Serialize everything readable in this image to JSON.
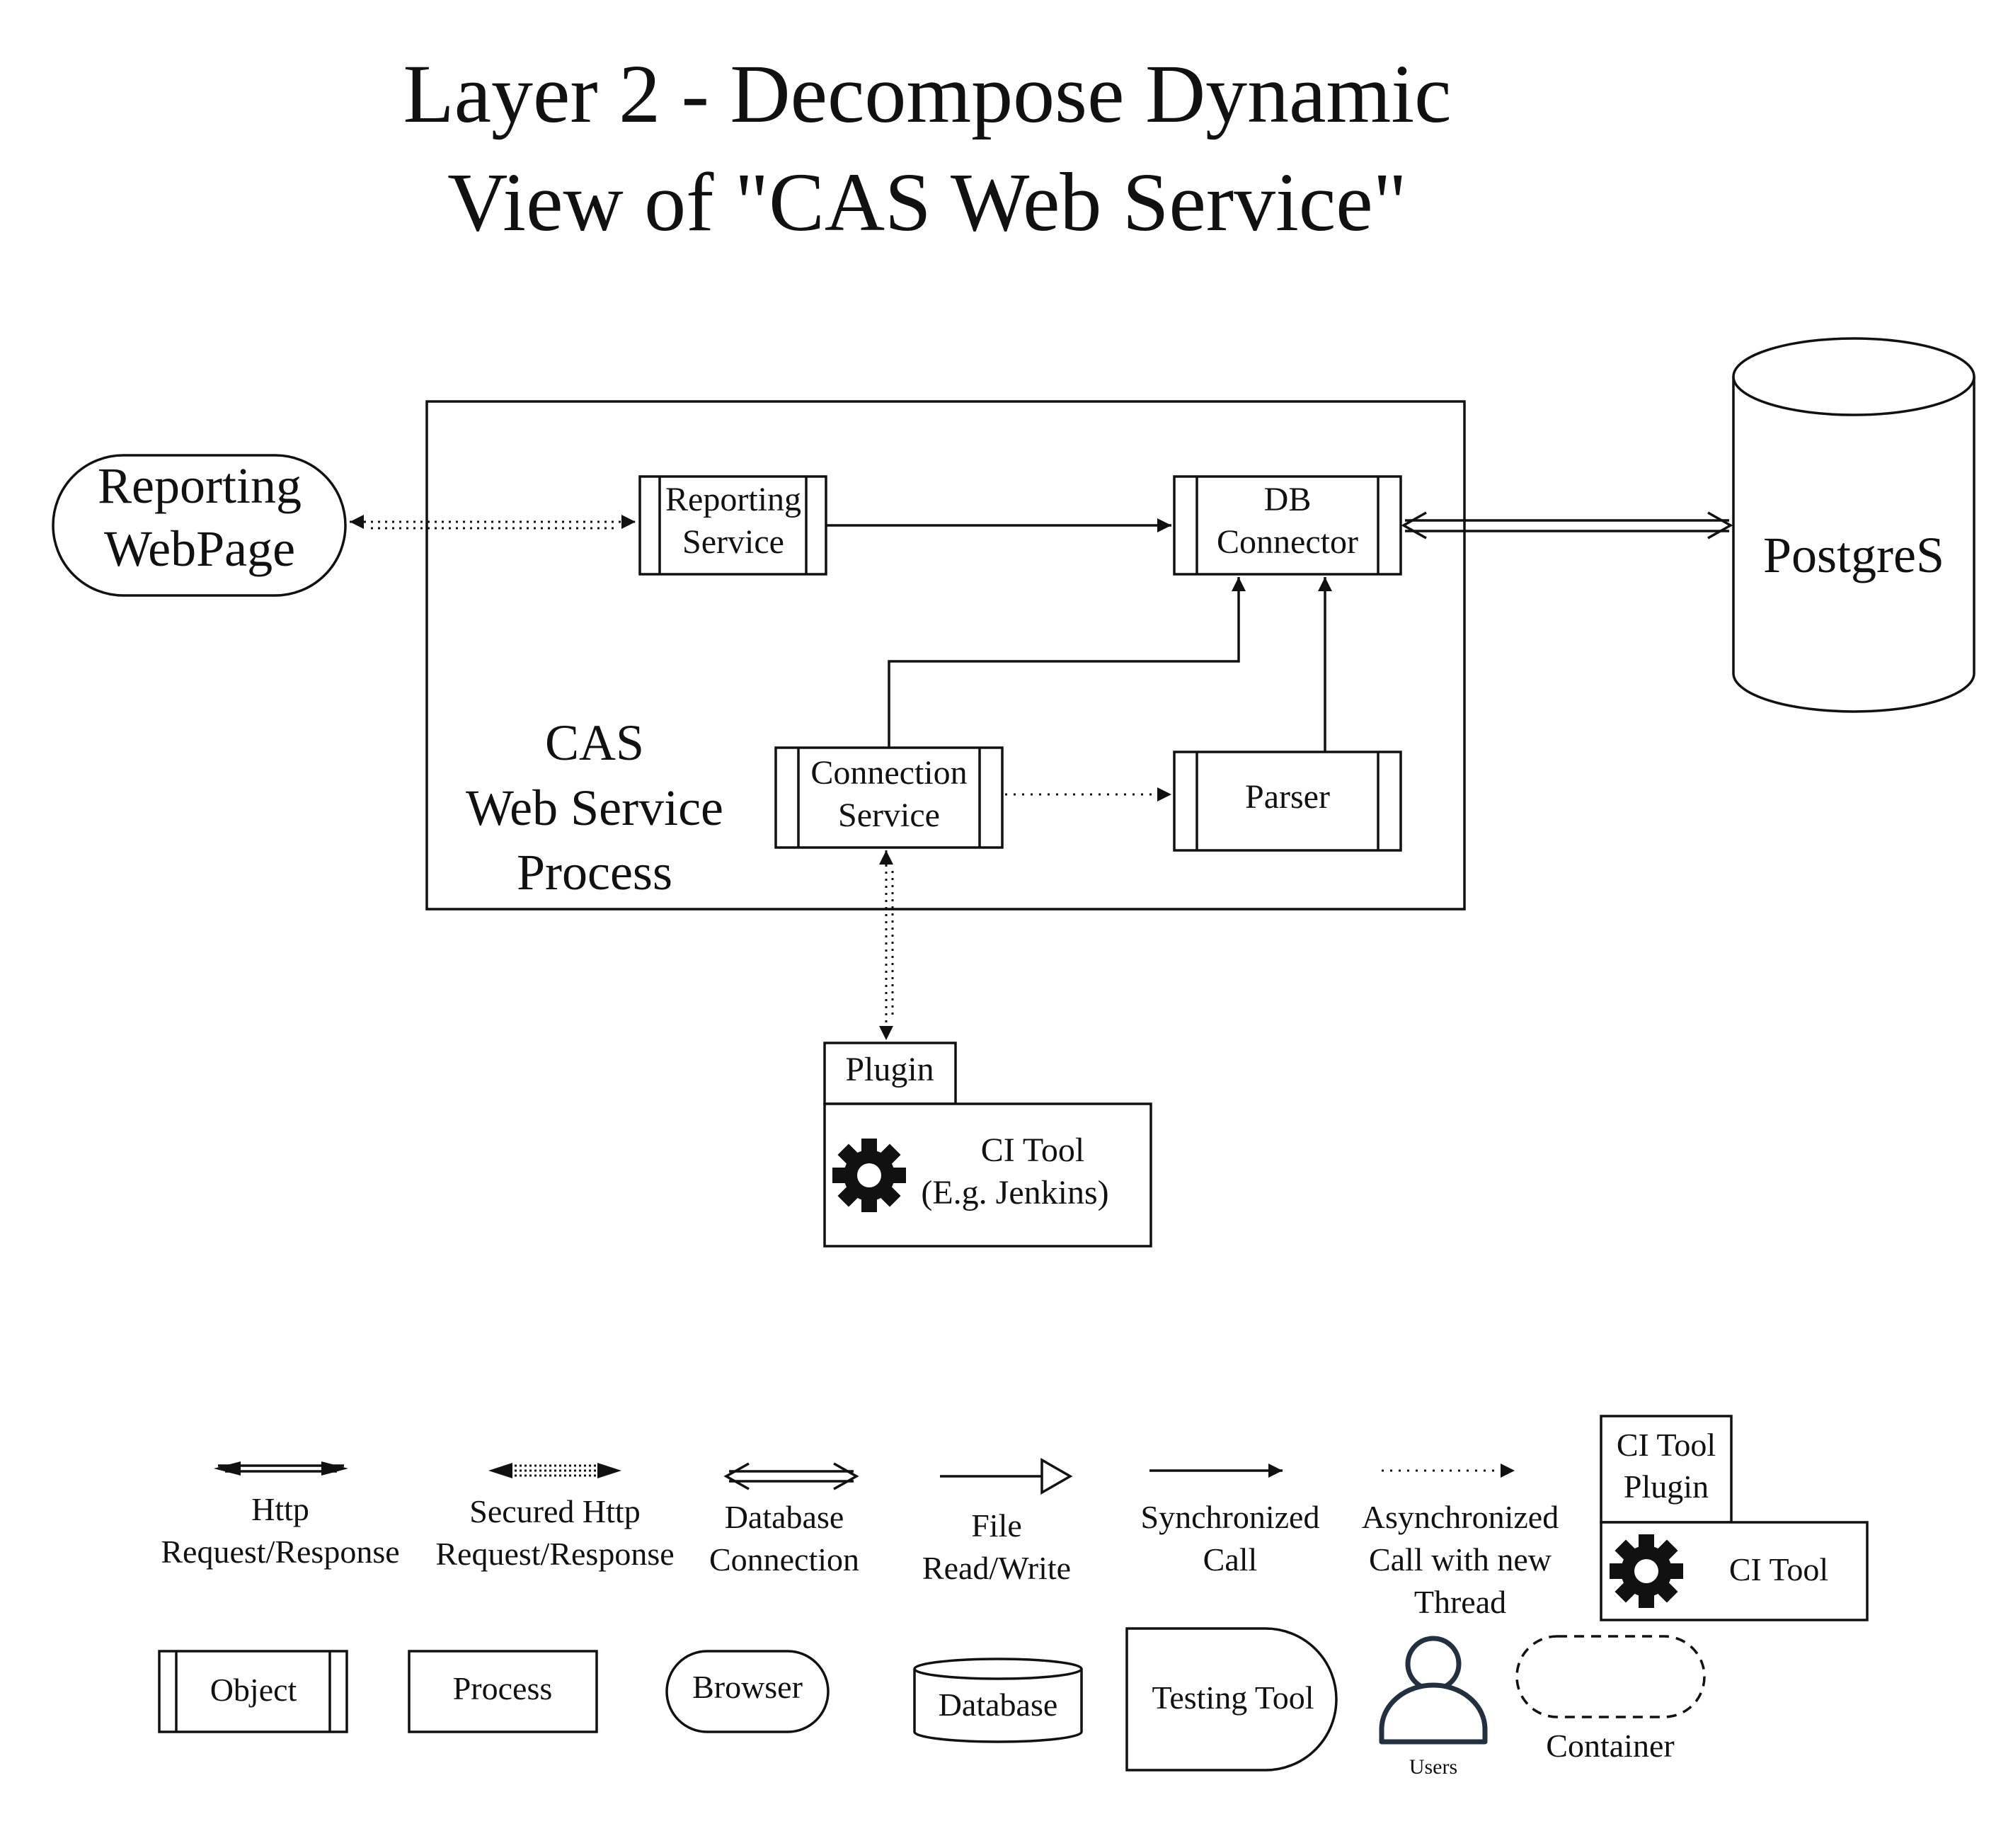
{
  "title": {
    "line1": "Layer 2 - Decompose Dynamic",
    "line2": "View of \"CAS Web Service\""
  },
  "nodes": {
    "reporting_webpage": {
      "line1": "Reporting",
      "line2": "WebPage"
    },
    "reporting_service": {
      "line1": "Reporting",
      "line2": "Service"
    },
    "db_connector": {
      "line1": "DB",
      "line2": "Connector"
    },
    "postgres": {
      "label": "PostgreS"
    },
    "container": {
      "line1": "CAS",
      "line2": "Web Service",
      "line3": "Process"
    },
    "connection_service": {
      "line1": "Connection",
      "line2": "Service"
    },
    "parser": {
      "label": "Parser"
    },
    "plugin": {
      "label": "Plugin"
    },
    "ci_tool": {
      "line1": "CI Tool",
      "line2": "(E.g. Jenkins)"
    }
  },
  "legend": {
    "http": {
      "line1": "Http",
      "line2": "Request/Response"
    },
    "secured_http": {
      "line1": "Secured Http",
      "line2": "Request/Response"
    },
    "db_connection": {
      "line1": "Database",
      "line2": "Connection"
    },
    "file_rw": {
      "line1": "File",
      "line2": "Read/Write"
    },
    "sync_call": {
      "line1": "Synchronized",
      "line2": "Call"
    },
    "async_call": {
      "line1": "Asynchronized",
      "line2": "Call with new",
      "line3": "Thread"
    },
    "ci_tool_plugin": {
      "line1": "CI Tool",
      "line2": "Plugin"
    },
    "ci_tool": {
      "label": "CI Tool"
    },
    "object": {
      "label": "Object"
    },
    "process": {
      "label": "Process"
    },
    "browser": {
      "label": "Browser"
    },
    "database": {
      "label": "Database"
    },
    "testing_tool": {
      "label": "Testing Tool"
    },
    "users": {
      "label": "Users"
    },
    "container": {
      "label": "Container"
    }
  },
  "icons": {
    "gear": "gear-icon",
    "user": "user-icon"
  },
  "colors": {
    "stroke": "#111111",
    "background": "#ffffff"
  }
}
